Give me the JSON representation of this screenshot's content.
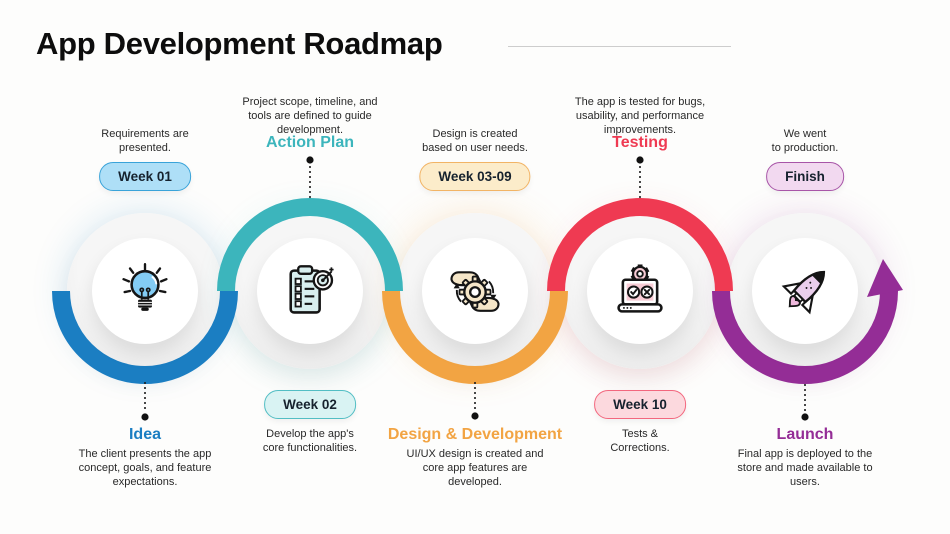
{
  "title": "App Development Roadmap",
  "stages": [
    {
      "key": "idea",
      "icon": "lightbulb-icon",
      "top_note": "Requirements are\npresented.",
      "badge": "Week 01",
      "label": "Idea",
      "bottom_note": "The client presents the app\nconcept, goals, and feature\nexpectations.",
      "colors": {
        "accent": "#1b7ec2",
        "badge_bg": "#aedff7",
        "badge_border": "#39a3d9"
      }
    },
    {
      "key": "action-plan",
      "icon": "clipboard-target-icon",
      "top_note": "Project scope, timeline, and\ntools are defined to guide\ndevelopment.",
      "badge": "Week 02",
      "label": "Action Plan",
      "bottom_note": "Develop the app's\ncore functionalities.",
      "colors": {
        "accent": "#3cb5bc",
        "badge_bg": "#d9f3f3",
        "badge_border": "#52bec4"
      }
    },
    {
      "key": "design-development",
      "icon": "gear-hands-icon",
      "top_note": "Design is created\nbased on user needs.",
      "badge": "Week 03-09",
      "label": "Design & Development",
      "bottom_note": "UI/UX design is created and\ncore app features are\ndeveloped.",
      "colors": {
        "accent": "#f2a443",
        "badge_bg": "#fcecca",
        "badge_border": "#f2b465"
      }
    },
    {
      "key": "testing",
      "icon": "laptop-testing-icon",
      "top_note": "The app is tested for bugs,\nusability, and performance\nimprovements.",
      "badge": "Week 10",
      "label": "Testing",
      "bottom_note": "Tests &\nCorrections.",
      "colors": {
        "accent": "#ef3a52",
        "badge_bg": "#fcd9de",
        "badge_border": "#f3677e"
      }
    },
    {
      "key": "launch",
      "icon": "rocket-icon",
      "top_note": "We went\nto production.",
      "badge": "Finish",
      "label": "Launch",
      "bottom_note": "Final app is deployed to the\nstore and made available to\nusers.",
      "colors": {
        "accent": "#942d96",
        "badge_bg": "#f2d9f0",
        "badge_border": "#a855a8"
      }
    }
  ]
}
